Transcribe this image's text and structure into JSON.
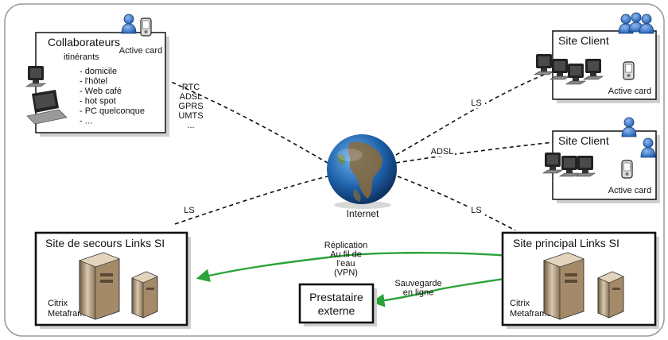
{
  "collaborateurs": {
    "title": "Collaborateurs",
    "subtitle": "itinérants",
    "items": [
      "- domicile",
      "- l'hôtel",
      "- Web café",
      "- hot spot",
      "- PC quelconque",
      "- ..."
    ],
    "card_label": "Active card"
  },
  "connections_label": [
    "RTC",
    "ADSL",
    "GPRS",
    "UMTS",
    "..."
  ],
  "site_client_top": {
    "title": "Site Client",
    "card_label": "Active card"
  },
  "site_client_mid": {
    "title": "Site Client",
    "card_label": "Active card"
  },
  "link_labels": {
    "ls_top_right": "LS",
    "adsl_right": "ADSL",
    "ls_bottom_left": "LS",
    "ls_bottom_right": "LS"
  },
  "internet_label": "Internet",
  "site_secours": {
    "title": "Site de secours Links SI",
    "server_label_1": "Citrix",
    "server_label_2": "Metaframe"
  },
  "site_principal": {
    "title": "Site principal Links SI",
    "server_label_1": "Citrix",
    "server_label_2": "Metaframe"
  },
  "replication_label": [
    "Réplication",
    "Au fil de",
    "l'eau",
    "(VPN)"
  ],
  "sauvegarde_label": [
    "Sauvegarde",
    "en ligne"
  ],
  "prestataire": [
    "Prestataire",
    "externe"
  ],
  "colors": {
    "green_arrow": "#2aa339",
    "globe_ocean": "#1d5fa8",
    "user_icon": "#1f5fb4"
  }
}
